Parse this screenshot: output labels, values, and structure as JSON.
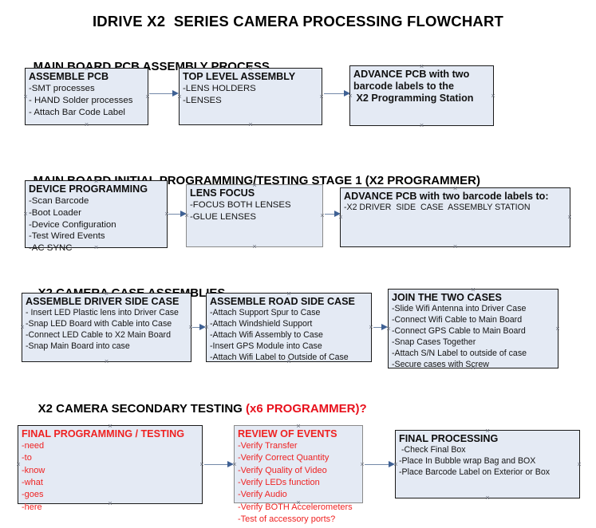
{
  "document": {
    "title": "IDRIVE X2  SERIES CAMERA PROCESSING FLOWCHART",
    "accent_color": "#ef2222",
    "box_fill": "#e4eaf4",
    "arrow_color": "#3f6194"
  },
  "sections": [
    {
      "heading": "MAIN BOARD PCB ASSEMBLY PROCESS",
      "heading_accent": "",
      "boxes": [
        {
          "title": "ASSEMBLE PCB",
          "lines": [
            "-SMT processes",
            "- HAND Solder processes",
            "- Attach Bar Code Label"
          ]
        },
        {
          "title": "TOP LEVEL ASSEMBLY",
          "lines": [
            "-LENS HOLDERS",
            "-LENSES"
          ]
        },
        {
          "title": "ADVANCE PCB with two",
          "lines": [
            "barcode labels to the",
            " X2 Programming Station"
          ]
        }
      ]
    },
    {
      "heading": "MAIN BOARD INITIAL PROGRAMMING/TESTING STAGE 1 (X2 PROGRAMMER)",
      "heading_accent": "",
      "boxes": [
        {
          "title": "DEVICE PROGRAMMING",
          "lines": [
            "-Scan Barcode",
            "-Boot Loader",
            "-Device Configuration",
            "-Test Wired Events",
            "-AC SYNC"
          ]
        },
        {
          "title": "LENS FOCUS",
          "lines": [
            "-FOCUS BOTH LENSES",
            "-GLUE LENSES"
          ]
        },
        {
          "title": "ADVANCE PCB with two barcode labels to:",
          "lines": [
            "-X2 DRIVER  SIDE  CASE  ASSEMBLY STATION"
          ]
        }
      ]
    },
    {
      "heading": "X2 CAMERA CASE ASSEMBLIES",
      "heading_accent": "",
      "boxes": [
        {
          "title": "ASSEMBLE DRIVER SIDE CASE",
          "lines": [
            "- Insert LED Plastic lens into Driver Case",
            "-Snap LED Board with Cable into Case",
            "-Connect LED Cable to X2 Main Board",
            "-Snap Main Board into case"
          ]
        },
        {
          "title": "ASSEMBLE ROAD SIDE CASE",
          "lines": [
            "-Attach Support Spur to Case",
            "-Attach Windshield Support",
            "-Attach Wifi Assembly to Case",
            "-Insert GPS Module into Case",
            "-Attach Wifi Label to Outside of Case"
          ]
        },
        {
          "title": "JOIN THE TWO CASES",
          "lines": [
            "-Slide Wifi Antenna into Driver Case",
            "-Connect Wifi Cable to Main Board",
            "-Connect GPS Cable to Main Board",
            "-Snap Cases Together",
            "-Attach S/N Label to outside of case",
            "-Secure cases with Screw"
          ]
        }
      ]
    },
    {
      "heading": "X2 CAMERA SECONDARY TESTING ",
      "heading_accent": "(x6 PROGRAMMER)?",
      "boxes": [
        {
          "title": "FINAL PROGRAMMING / TESTING",
          "lines": [
            "-need",
            "-to",
            "-know",
            "-what",
            "-goes",
            "-here"
          ]
        },
        {
          "title": "REVIEW OF EVENTS",
          "lines": [
            "-Verify Transfer",
            "-Verify Correct Quantity",
            "-Verify Quality of Video",
            "-Verify LEDs function",
            "-Verify Audio",
            "-Verify BOTH Accelerometers",
            "-Test of accessory ports?"
          ]
        },
        {
          "title": "FINAL PROCESSING",
          "lines": [
            " -Check Final Box",
            "-Place In Bubble wrap Bag and BOX",
            "-Place Barcode Label on Exterior or Box"
          ]
        }
      ]
    }
  ]
}
